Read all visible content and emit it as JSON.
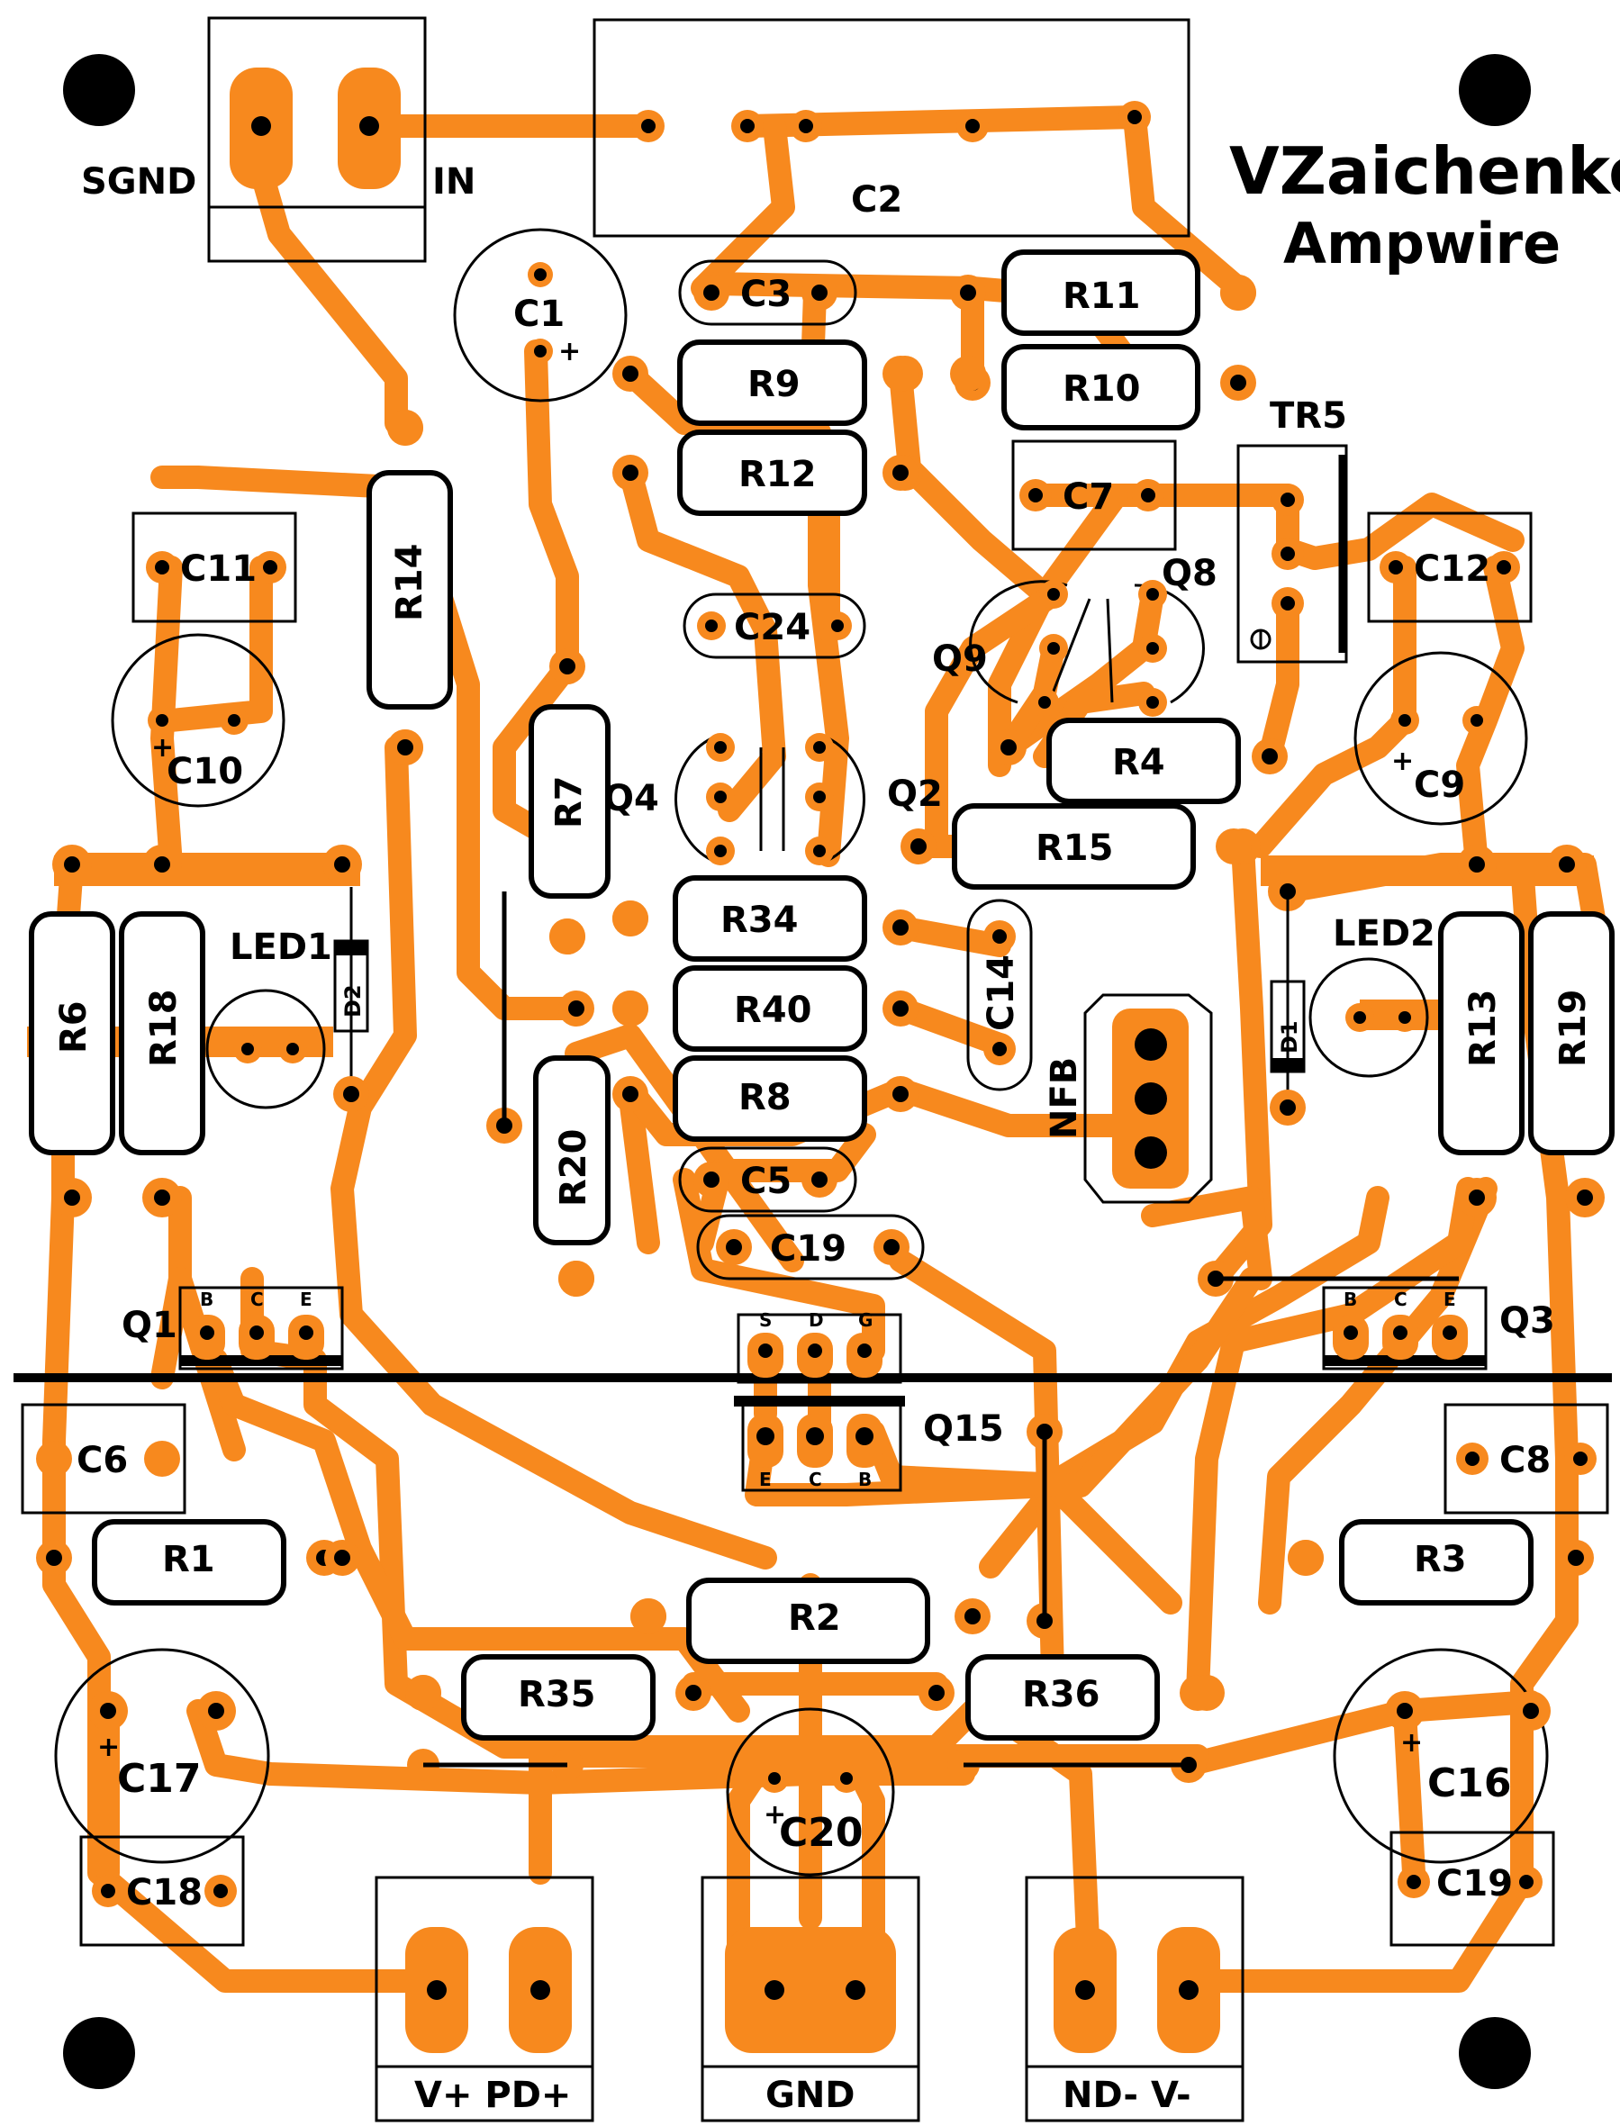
{
  "author": {
    "line1": "VZaichenko",
    "line2": "Ampwire"
  },
  "colors": {
    "copper": "#f7891e",
    "silkscreen": "#000000",
    "background": "#ffffff"
  },
  "connectors": {
    "input": {
      "left": "SGND",
      "right": "IN"
    },
    "power_pos": "V+ PD+",
    "ground": "GND",
    "power_neg": "ND- V-",
    "feedback": "NFB"
  },
  "labels": {
    "C1": "C1",
    "C2": "C2",
    "C3": "C3",
    "C5": "C5",
    "C6": "C6",
    "C7": "C7",
    "C8": "C8",
    "C9": "C9",
    "C10": "C10",
    "C11": "C11",
    "C12": "C12",
    "C14": "C14",
    "C16": "C16",
    "C17": "C17",
    "C18": "C18",
    "C19a": "C19",
    "C19b": "C19",
    "C20": "C20",
    "C24": "C24",
    "R1": "R1",
    "R2": "R2",
    "R3": "R3",
    "R4": "R4",
    "R6": "R6",
    "R7": "R7",
    "R8": "R8",
    "R9": "R9",
    "R10": "R10",
    "R11": "R11",
    "R12": "R12",
    "R13": "R13",
    "R14": "R14",
    "R15": "R15",
    "R18": "R18",
    "R19": "R19",
    "R20": "R20",
    "R34": "R34",
    "R35": "R35",
    "R36": "R36",
    "R40": "R40",
    "Q1": "Q1",
    "Q2": "Q2",
    "Q3": "Q3",
    "Q4": "Q4",
    "Q8": "Q8",
    "Q9": "Q9",
    "Q15": "Q15",
    "TR5": "TR5",
    "LED1": "LED1",
    "LED2": "LED2",
    "D1": "D1",
    "D2": "D2"
  },
  "pins": {
    "q1": [
      "B",
      "C",
      "E"
    ],
    "q3": [
      "B",
      "C",
      "E"
    ],
    "q15_top": [
      "S",
      "D",
      "G"
    ],
    "q15_bottom": [
      "E",
      "C",
      "B"
    ]
  },
  "polarity": "+"
}
